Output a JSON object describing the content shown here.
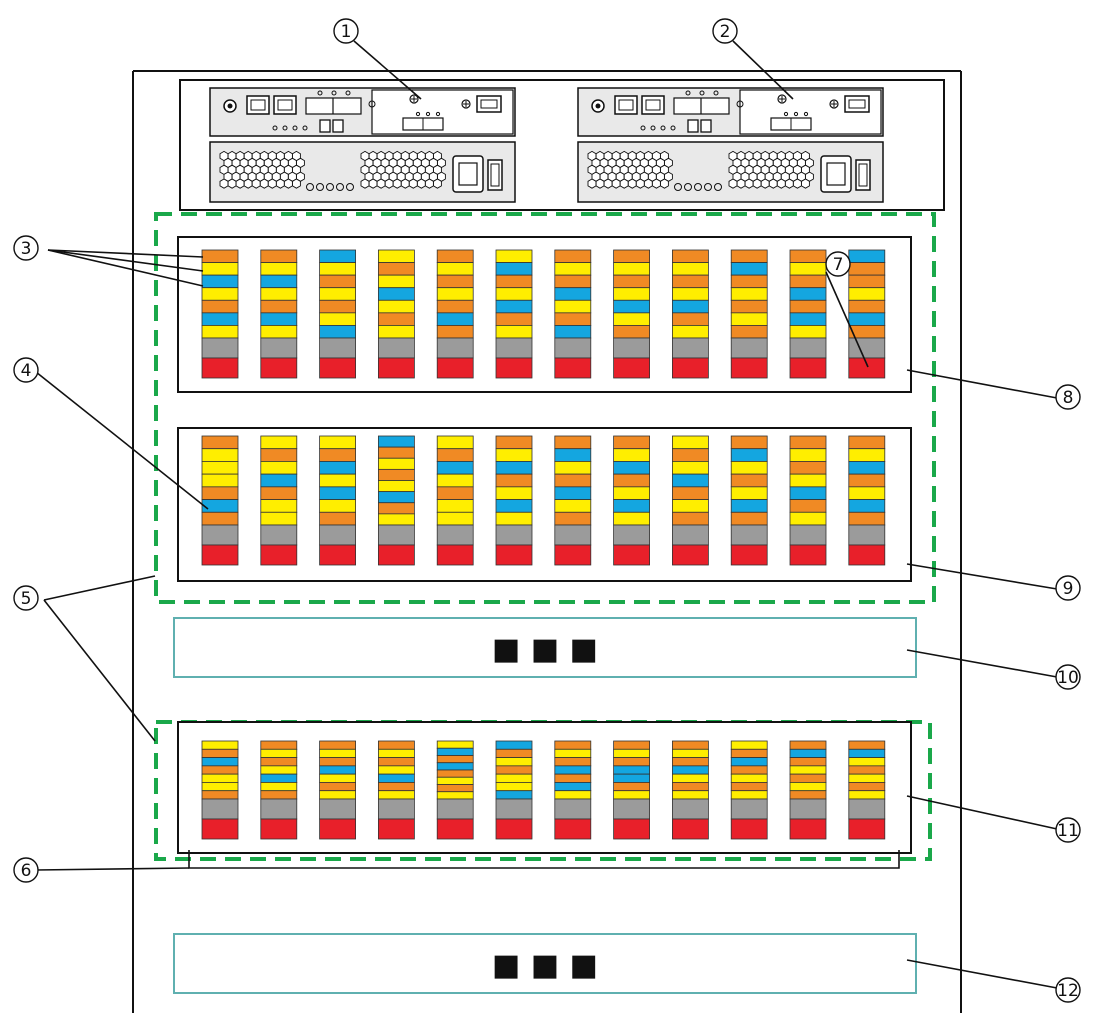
{
  "colors": {
    "orange": "#f08a24",
    "yellow": "#ffee00",
    "blue": "#14a6e0",
    "gray": "#9b9b9b",
    "red": "#e8202a",
    "group_border": "#1aa84a",
    "placeholder_border": "#5fb0b0",
    "line": "#222222"
  },
  "callouts": [
    "1",
    "2",
    "3",
    "4",
    "5",
    "6",
    "7",
    "8",
    "9",
    "10",
    "11",
    "12"
  ],
  "placeholders": [
    {
      "id": "10",
      "text": "■ ■ ■"
    },
    {
      "id": "12",
      "text": "■ ■ ■"
    }
  ],
  "drive_trays": [
    {
      "id": "8",
      "columns": [
        [
          "o",
          "y",
          "b",
          "y",
          "o",
          "b",
          "y"
        ],
        [
          "o",
          "y",
          "b",
          "y",
          "o",
          "b",
          "y"
        ],
        [
          "b",
          "y",
          "o",
          "y",
          "o",
          "y",
          "b"
        ],
        [
          "y",
          "o",
          "y",
          "b",
          "y",
          "o",
          "y"
        ],
        [
          "o",
          "y",
          "o",
          "y",
          "o",
          "b",
          "o"
        ],
        [
          "y",
          "b",
          "o",
          "y",
          "b",
          "o",
          "y"
        ],
        [
          "o",
          "y",
          "o",
          "b",
          "y",
          "o",
          "b"
        ],
        [
          "o",
          "y",
          "o",
          "y",
          "b",
          "y",
          "o"
        ],
        [
          "o",
          "y",
          "o",
          "y",
          "b",
          "o",
          "y"
        ],
        [
          "o",
          "b",
          "o",
          "y",
          "o",
          "y",
          "o"
        ],
        [
          "o",
          "y",
          "o",
          "b",
          "o",
          "b",
          "y"
        ],
        [
          "b",
          "o",
          "o",
          "y",
          "o",
          "b",
          "o"
        ]
      ]
    },
    {
      "id": "9",
      "columns": [
        [
          "o",
          "y",
          "y",
          "y",
          "o",
          "b",
          "o"
        ],
        [
          "y",
          "o",
          "y",
          "b",
          "o",
          "y",
          "y"
        ],
        [
          "y",
          "o",
          "b",
          "y",
          "b",
          "y",
          "o"
        ],
        [
          "b",
          "o",
          "y",
          "o",
          "y",
          "b",
          "o",
          "y"
        ],
        [
          "y",
          "o",
          "b",
          "y",
          "o",
          "y",
          "y"
        ],
        [
          "o",
          "y",
          "b",
          "o",
          "y",
          "b",
          "y"
        ],
        [
          "o",
          "b",
          "y",
          "o",
          "b",
          "y",
          "o"
        ],
        [
          "o",
          "y",
          "b",
          "o",
          "y",
          "b",
          "y"
        ],
        [
          "y",
          "o",
          "y",
          "b",
          "o",
          "y",
          "o"
        ],
        [
          "o",
          "b",
          "y",
          "o",
          "y",
          "b",
          "o"
        ],
        [
          "o",
          "y",
          "o",
          "y",
          "b",
          "o",
          "y"
        ],
        [
          "o",
          "y",
          "b",
          "o",
          "y",
          "b",
          "o"
        ]
      ]
    },
    {
      "id": "11",
      "columns": [
        [
          "y",
          "o",
          "b",
          "o",
          "y",
          "y",
          "o"
        ],
        [
          "o",
          "y",
          "o",
          "y",
          "b",
          "y",
          "o"
        ],
        [
          "o",
          "y",
          "o",
          "b",
          "y",
          "o",
          "y"
        ],
        [
          "o",
          "y",
          "o",
          "y",
          "b",
          "o",
          "y"
        ],
        [
          "y",
          "b",
          "o",
          "b",
          "o",
          "y",
          "o",
          "y"
        ],
        [
          "b",
          "o",
          "y",
          "o",
          "y",
          "y",
          "b"
        ],
        [
          "o",
          "y",
          "o",
          "b",
          "o",
          "b",
          "y"
        ],
        [
          "o",
          "y",
          "o",
          "b",
          "b",
          "o",
          "y"
        ],
        [
          "o",
          "y",
          "o",
          "b",
          "y",
          "o",
          "y"
        ],
        [
          "y",
          "o",
          "b",
          "o",
          "y",
          "o",
          "y"
        ],
        [
          "o",
          "b",
          "o",
          "y",
          "o",
          "y",
          "o"
        ],
        [
          "o",
          "b",
          "y",
          "o",
          "y",
          "o",
          "y"
        ]
      ]
    }
  ]
}
